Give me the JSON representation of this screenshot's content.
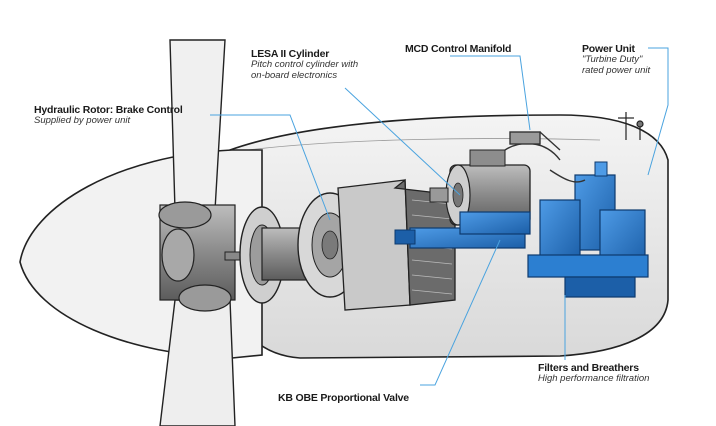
{
  "labels": {
    "hydraulic_rotor": {
      "title": "Hydraulic Rotor: Brake Control",
      "subtitle": "Supplied by power unit"
    },
    "lesa_cylinder": {
      "title": "LESA II Cylinder",
      "subtitle_line1": "Pitch control cylinder with",
      "subtitle_line2": "on-board electronics"
    },
    "mcd_manifold": {
      "title": "MCD Control Manifold"
    },
    "power_unit": {
      "title": "Power Unit",
      "subtitle_line1": "\"Turbine Duty\"",
      "subtitle_line2": "rated power unit"
    },
    "filters_breathers": {
      "title": "Filters and Breathers",
      "subtitle": "High performance filtration"
    },
    "kb_obe_valve": {
      "title": "KB OBE Proportional Valve"
    }
  },
  "colors": {
    "leader_line": "#4aa3df",
    "component_blue": "#2c7fd1",
    "component_blue_dark": "#1c5fa8",
    "outline": "#222222"
  }
}
